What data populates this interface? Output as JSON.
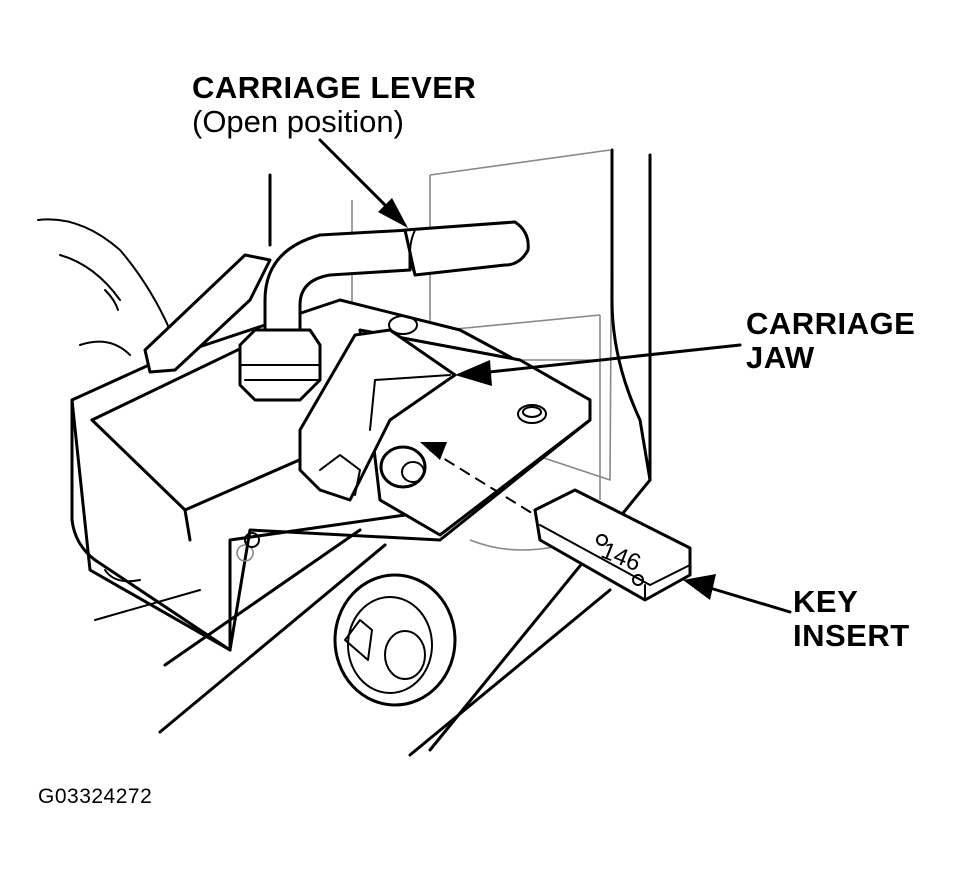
{
  "callouts": {
    "carriage_lever": {
      "title": "CARRIAGE LEVER",
      "subtitle": "(Open position)"
    },
    "carriage_jaw": {
      "line1": "CARRIAGE",
      "line2": "JAW"
    },
    "key_insert": {
      "line1": "KEY",
      "line2": "INSERT",
      "marking": "146"
    }
  },
  "figure_id": "G03324272",
  "colors": {
    "ink": "#000000",
    "shade": "#888888",
    "paper": "#ffffff"
  }
}
